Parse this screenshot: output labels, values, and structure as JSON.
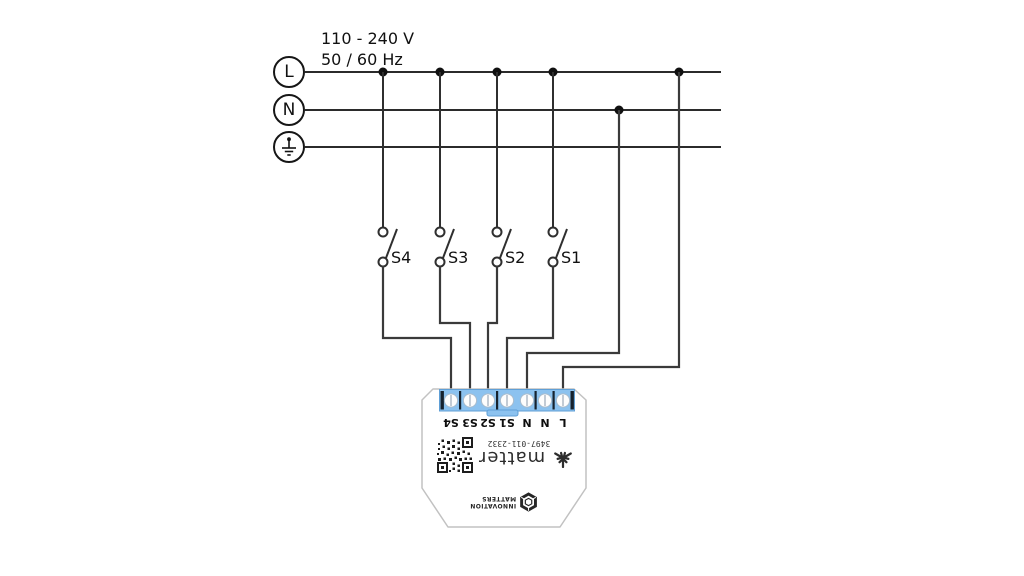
{
  "supply": {
    "voltage": "110 - 240 V",
    "frequency": "50 / 60 Hz"
  },
  "bus": {
    "line_label": "L",
    "neutral_label": "N",
    "earth_icon": "ground-symbol"
  },
  "switches": [
    {
      "label": "S4"
    },
    {
      "label": "S3"
    },
    {
      "label": "S2"
    },
    {
      "label": "S1"
    }
  ],
  "device": {
    "terminals": [
      "S4",
      "S3",
      "S2",
      "S1",
      "N",
      "N",
      "L"
    ],
    "serial": "3497-011-2332",
    "brand": "matter",
    "maker_line1": "INNOVATION",
    "maker_line2": "MATTERS",
    "icons": {
      "brand_icon": "matter-logo",
      "qr": "qr-code",
      "maker_icon": "hex-knot-logo"
    }
  },
  "colors": {
    "background": "#ffffff",
    "line": "#2b2b2b",
    "wire": "#3a3a3a",
    "terminal_block": "#8cc2ef",
    "terminal_block_border": "#5f9fd6",
    "device_border": "#c2c2c2",
    "divider": "#16222e"
  }
}
